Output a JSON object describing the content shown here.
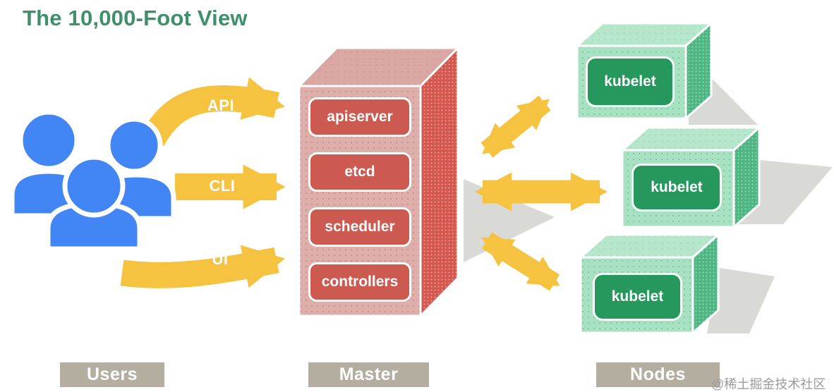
{
  "title": "The 10,000-Foot View",
  "watermark": "@稀土掘金技术社区",
  "colors": {
    "title_green": "#3F8F6A",
    "user_blue": "#4285F4",
    "arrow_yellow": "#F5C33F",
    "master_front_pink": "#DEAEAA",
    "master_side_red": "#D4584E",
    "component_red": "#CD5A51",
    "node_front_green": "#A8E1C1",
    "node_side_green": "#4EB583",
    "kubelet_green": "#27985D",
    "section_label_gray": "#B4AEA1",
    "shadow_gray": "#D9D9D5"
  },
  "users": {
    "label": "Users",
    "icon": "users-group-icon"
  },
  "user_arrows": [
    {
      "label": "API"
    },
    {
      "label": "CLI"
    },
    {
      "label": "UI"
    }
  ],
  "master": {
    "label": "Master",
    "components": [
      {
        "label": "apiserver"
      },
      {
        "label": "etcd"
      },
      {
        "label": "scheduler"
      },
      {
        "label": "controllers"
      }
    ]
  },
  "nodes": {
    "label": "Nodes",
    "items": [
      {
        "label": "kubelet"
      },
      {
        "label": "kubelet"
      },
      {
        "label": "kubelet"
      }
    ]
  }
}
